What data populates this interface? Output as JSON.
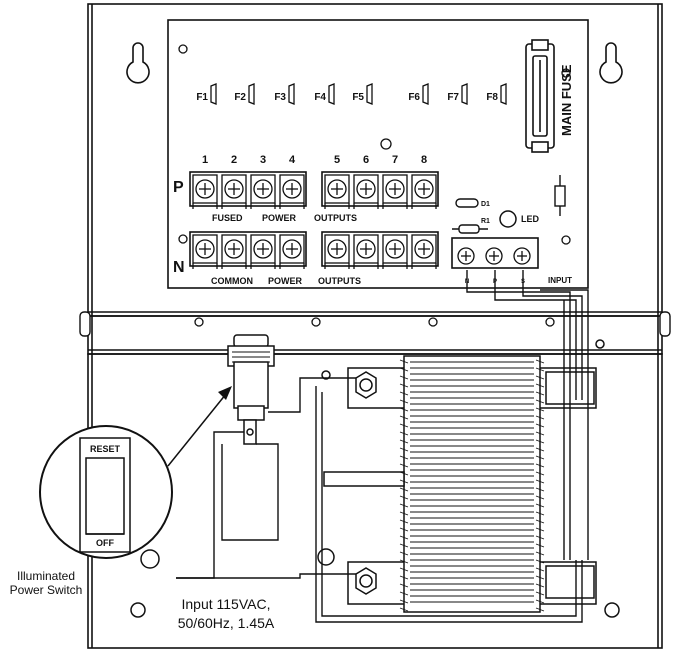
{
  "board": {
    "fuse_labels": [
      "F1",
      "F2",
      "F3",
      "F4",
      "F5",
      "F6",
      "F7",
      "F8"
    ],
    "main_fuse_label": "MAIN FUSE",
    "terminal_numbers": [
      "1",
      "2",
      "3",
      "4",
      "5",
      "6",
      "7",
      "8"
    ],
    "row_p_letter": "P",
    "row_n_letter": "N",
    "fused_label": "FUSED",
    "power_label": "POWER",
    "outputs_label": "OUTPUTS",
    "common_label": "COMMON",
    "d1_label": "D1",
    "r1_label": "R1",
    "led_label": "LED",
    "input_label": "INPUT",
    "input_terminals": [
      "N",
      "P",
      "S"
    ]
  },
  "switch_callout": {
    "reset_label": "RESET",
    "off_label": "OFF",
    "caption_line1": "Illuminated",
    "caption_line2": "Power Switch"
  },
  "input_spec": {
    "line1": "Input 115VAC,",
    "line2": "50/60Hz, 1.45A"
  }
}
